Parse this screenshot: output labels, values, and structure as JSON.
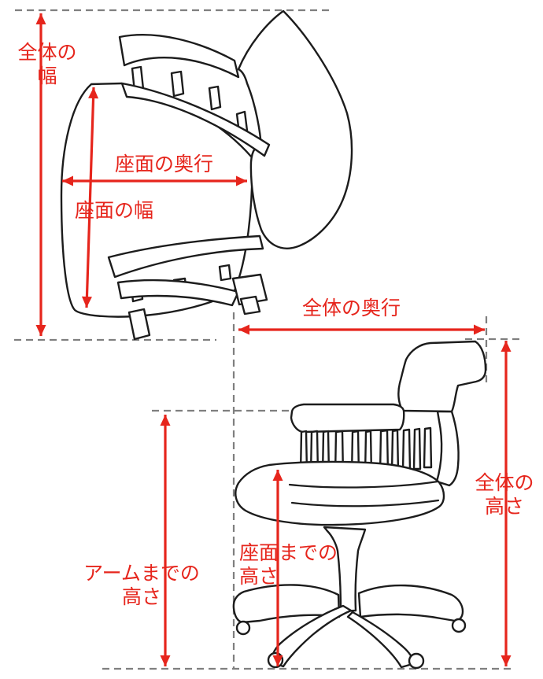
{
  "labels": {
    "overall_width": "全体の\n幅",
    "seat_depth": "座面の奥行",
    "seat_width": "座面の幅",
    "overall_depth": "全体の奥行",
    "overall_height": "全体の\n高さ",
    "arm_height": "アームまでの\n高さ",
    "seat_height": "座面までの\n高さ"
  },
  "colors": {
    "dimension_red": "#e6251c",
    "outline_black": "#1c1c1c",
    "guide_gray": "#7f7f7f",
    "background": "#ffffff"
  }
}
